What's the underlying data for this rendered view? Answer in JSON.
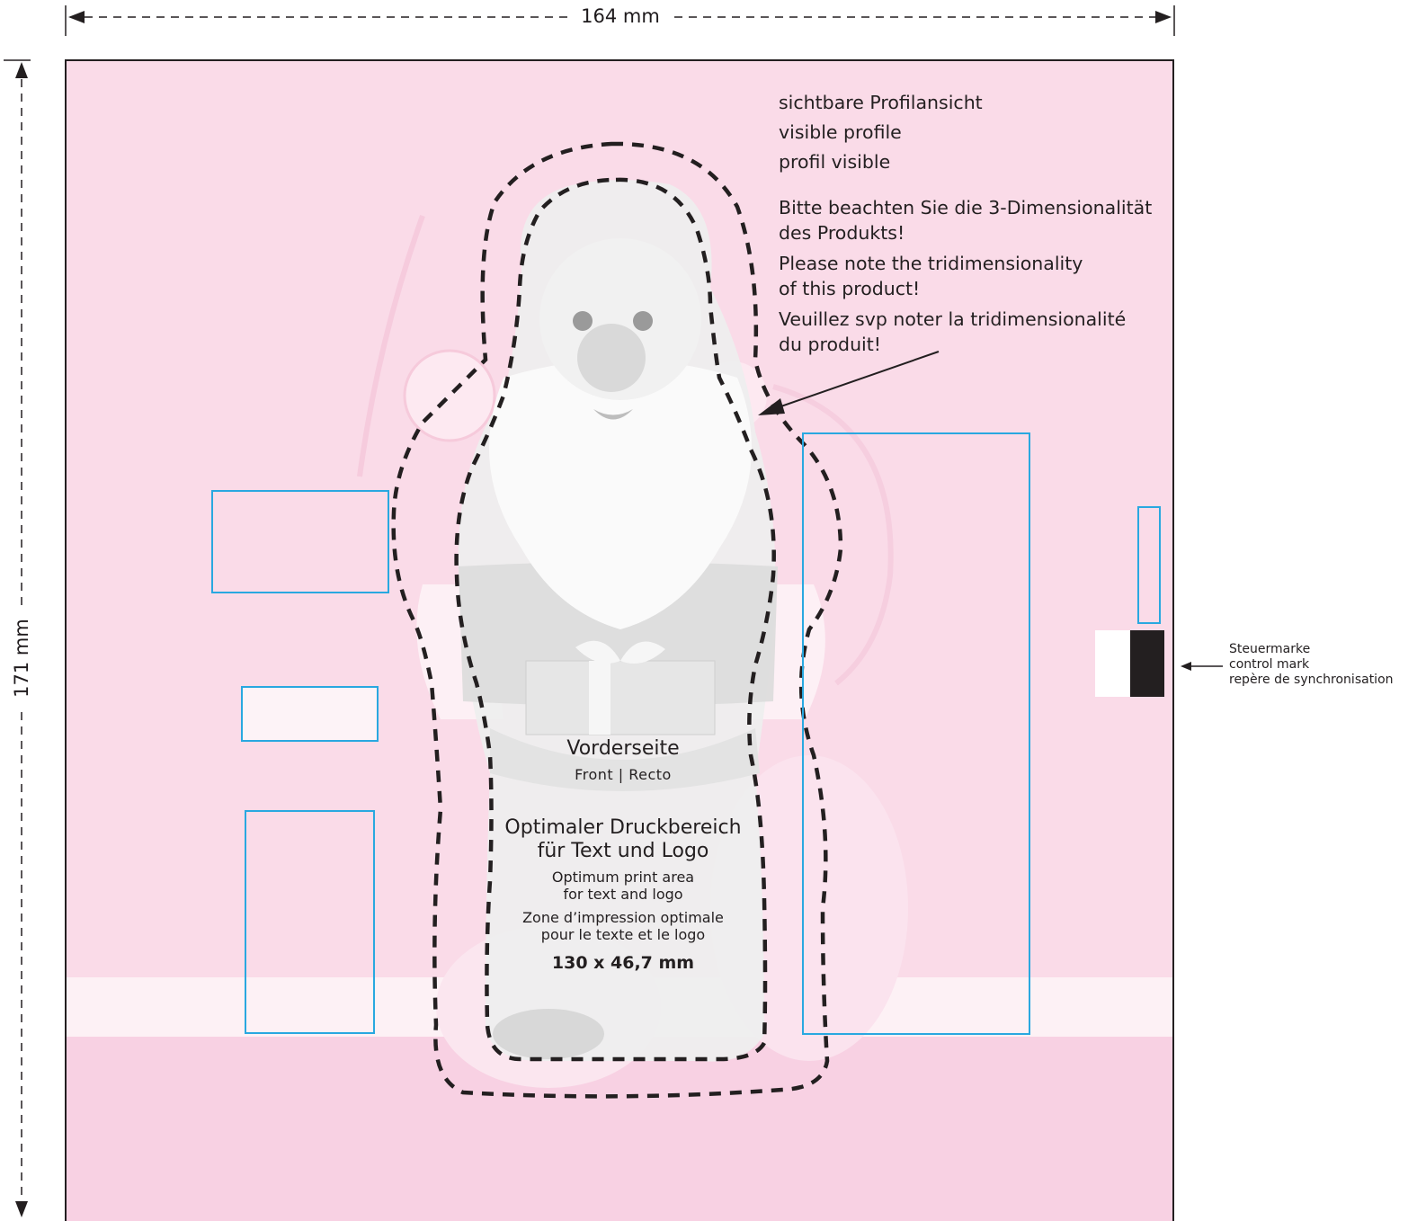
{
  "dimensions": {
    "width_label": "164 mm",
    "height_label": "171 mm"
  },
  "info": {
    "profile": [
      "sichtbare Profilansicht",
      "visible profile",
      "profil visible"
    ],
    "note_de": [
      "Bitte beachten Sie die 3-Dimensionalität",
      "des Produkts!"
    ],
    "note_en": [
      "Please note the tridimensionality",
      "of this product!"
    ],
    "note_fr": [
      "Veuillez svp noter la tridimensionalité",
      "du produit!"
    ]
  },
  "control_mark": {
    "lines": [
      "Steuermarke",
      "control mark",
      "repère de synchronisation"
    ]
  },
  "front": {
    "title": "Vorderseite",
    "subtitle": "Front | Recto"
  },
  "print_area": {
    "title_lines": [
      "Optimaler Druckbereich",
      "für Text und Logo"
    ],
    "en_lines": [
      "Optimum print area",
      "for text and logo"
    ],
    "fr_lines": [
      "Zone d’impression optimale",
      "pour le texte et le logo"
    ],
    "size": "130 x 46,7 mm"
  },
  "colors": {
    "background": "#fadbe8",
    "bottom_band": "#f8d1e3",
    "guide_box": "#29a8e0",
    "dashed_outline": "#231f20"
  }
}
